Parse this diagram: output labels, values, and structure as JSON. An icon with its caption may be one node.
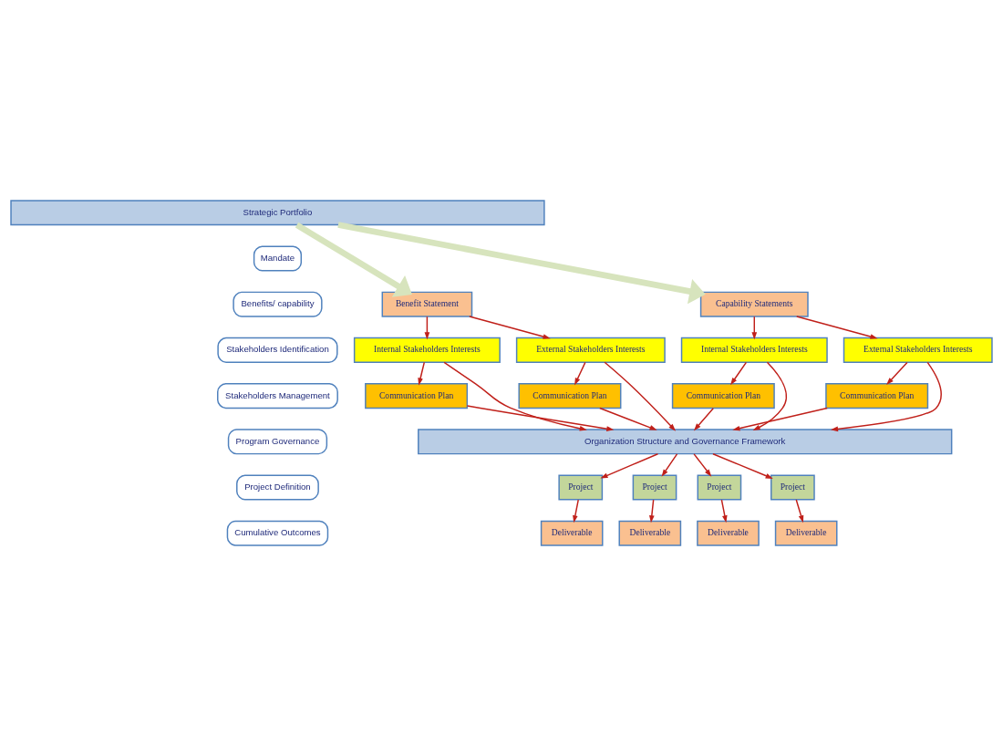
{
  "diagram": {
    "nodes": [
      {
        "text": [
          "Strategic Portfolio"
        ]
      },
      {
        "text": [
          "Mandate"
        ]
      },
      {
        "text": [
          "Benefits/ capability"
        ]
      },
      {
        "text": [
          "Benefit Statement"
        ]
      },
      {
        "text": [
          "Capability Statements"
        ]
      },
      {
        "text": [
          "Stakeholders Identification"
        ]
      },
      {
        "text": [
          "Internal Stakeholders Interests"
        ]
      },
      {
        "text": [
          "External Stakeholders Interests"
        ]
      },
      {
        "text": [
          "Internal Stakeholders Interests"
        ]
      },
      {
        "text": [
          "External Stakeholders Interests"
        ]
      },
      {
        "text": [
          "Stakeholders Management"
        ]
      },
      {
        "text": [
          "Communication Plan"
        ]
      },
      {
        "text": [
          "Communication Plan"
        ]
      },
      {
        "text": [
          "Communication Plan"
        ]
      },
      {
        "text": [
          "Communication Plan"
        ]
      },
      {
        "text": [
          "Program Governance"
        ]
      },
      {
        "text": [
          "Organization Structure and Governance Framework"
        ]
      },
      {
        "text": [
          "Project Definition"
        ]
      },
      {
        "text": [
          "Project"
        ]
      },
      {
        "text": [
          "Project"
        ]
      },
      {
        "text": [
          "Project"
        ]
      },
      {
        "text": [
          "Project"
        ]
      },
      {
        "text": [
          "Cumulative Outcomes"
        ]
      },
      {
        "text": [
          "Deliverable"
        ]
      },
      {
        "text": [
          "Deliverable"
        ]
      },
      {
        "text": [
          "Deliverable"
        ]
      },
      {
        "text": [
          "Deliverable"
        ]
      }
    ],
    "edges": [
      {
        "from": 0,
        "to": 3,
        "arrow": "to",
        "style": "thick",
        "color": "#d7e4bd"
      },
      {
        "from": 0,
        "to": 4,
        "arrow": "to",
        "style": "thick",
        "color": "#d7e4bd"
      },
      {
        "from": 3,
        "to": 6,
        "arrow": "to"
      },
      {
        "from": 3,
        "to": 7,
        "arrow": "to"
      },
      {
        "from": 4,
        "to": 8,
        "arrow": "to"
      },
      {
        "from": 4,
        "to": 9,
        "arrow": "to"
      },
      {
        "from": 6,
        "to": 11,
        "arrow": "to"
      },
      {
        "from": 6,
        "to": 16,
        "arrow": "to"
      },
      {
        "from": 7,
        "to": 12,
        "arrow": "to"
      },
      {
        "from": 7,
        "to": 16,
        "arrow": "to"
      },
      {
        "from": 8,
        "to": 13,
        "arrow": "to"
      },
      {
        "from": 8,
        "to": 16,
        "arrow": "to"
      },
      {
        "from": 9,
        "to": 14,
        "arrow": "to"
      },
      {
        "from": 9,
        "to": 16,
        "arrow": "to"
      },
      {
        "from": 11,
        "to": 16,
        "arrow": "to"
      },
      {
        "from": 12,
        "to": 16,
        "arrow": "to"
      },
      {
        "from": 13,
        "to": 16,
        "arrow": "to"
      },
      {
        "from": 14,
        "to": 16,
        "arrow": "to"
      },
      {
        "from": 16,
        "to": 18,
        "arrow": "to"
      },
      {
        "from": 16,
        "to": 19,
        "arrow": "to"
      },
      {
        "from": 16,
        "to": 20,
        "arrow": "to"
      },
      {
        "from": 16,
        "to": 21,
        "arrow": "to"
      },
      {
        "from": 18,
        "to": 23,
        "arrow": "to"
      },
      {
        "from": 19,
        "to": 24,
        "arrow": "to"
      },
      {
        "from": 20,
        "to": 25,
        "arrow": "to"
      },
      {
        "from": 21,
        "to": 26,
        "arrow": "to"
      }
    ]
  }
}
